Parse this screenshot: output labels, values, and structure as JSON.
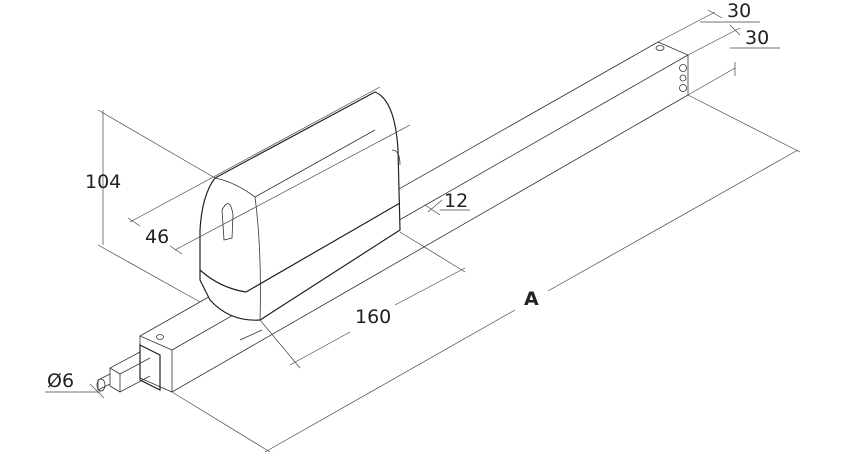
{
  "dimensions": {
    "height": "104",
    "width": "46",
    "offset": "12",
    "length": "160",
    "total_length": "A",
    "rod_diameter": "Ø6",
    "tube_width": "30",
    "tube_height": "30"
  }
}
